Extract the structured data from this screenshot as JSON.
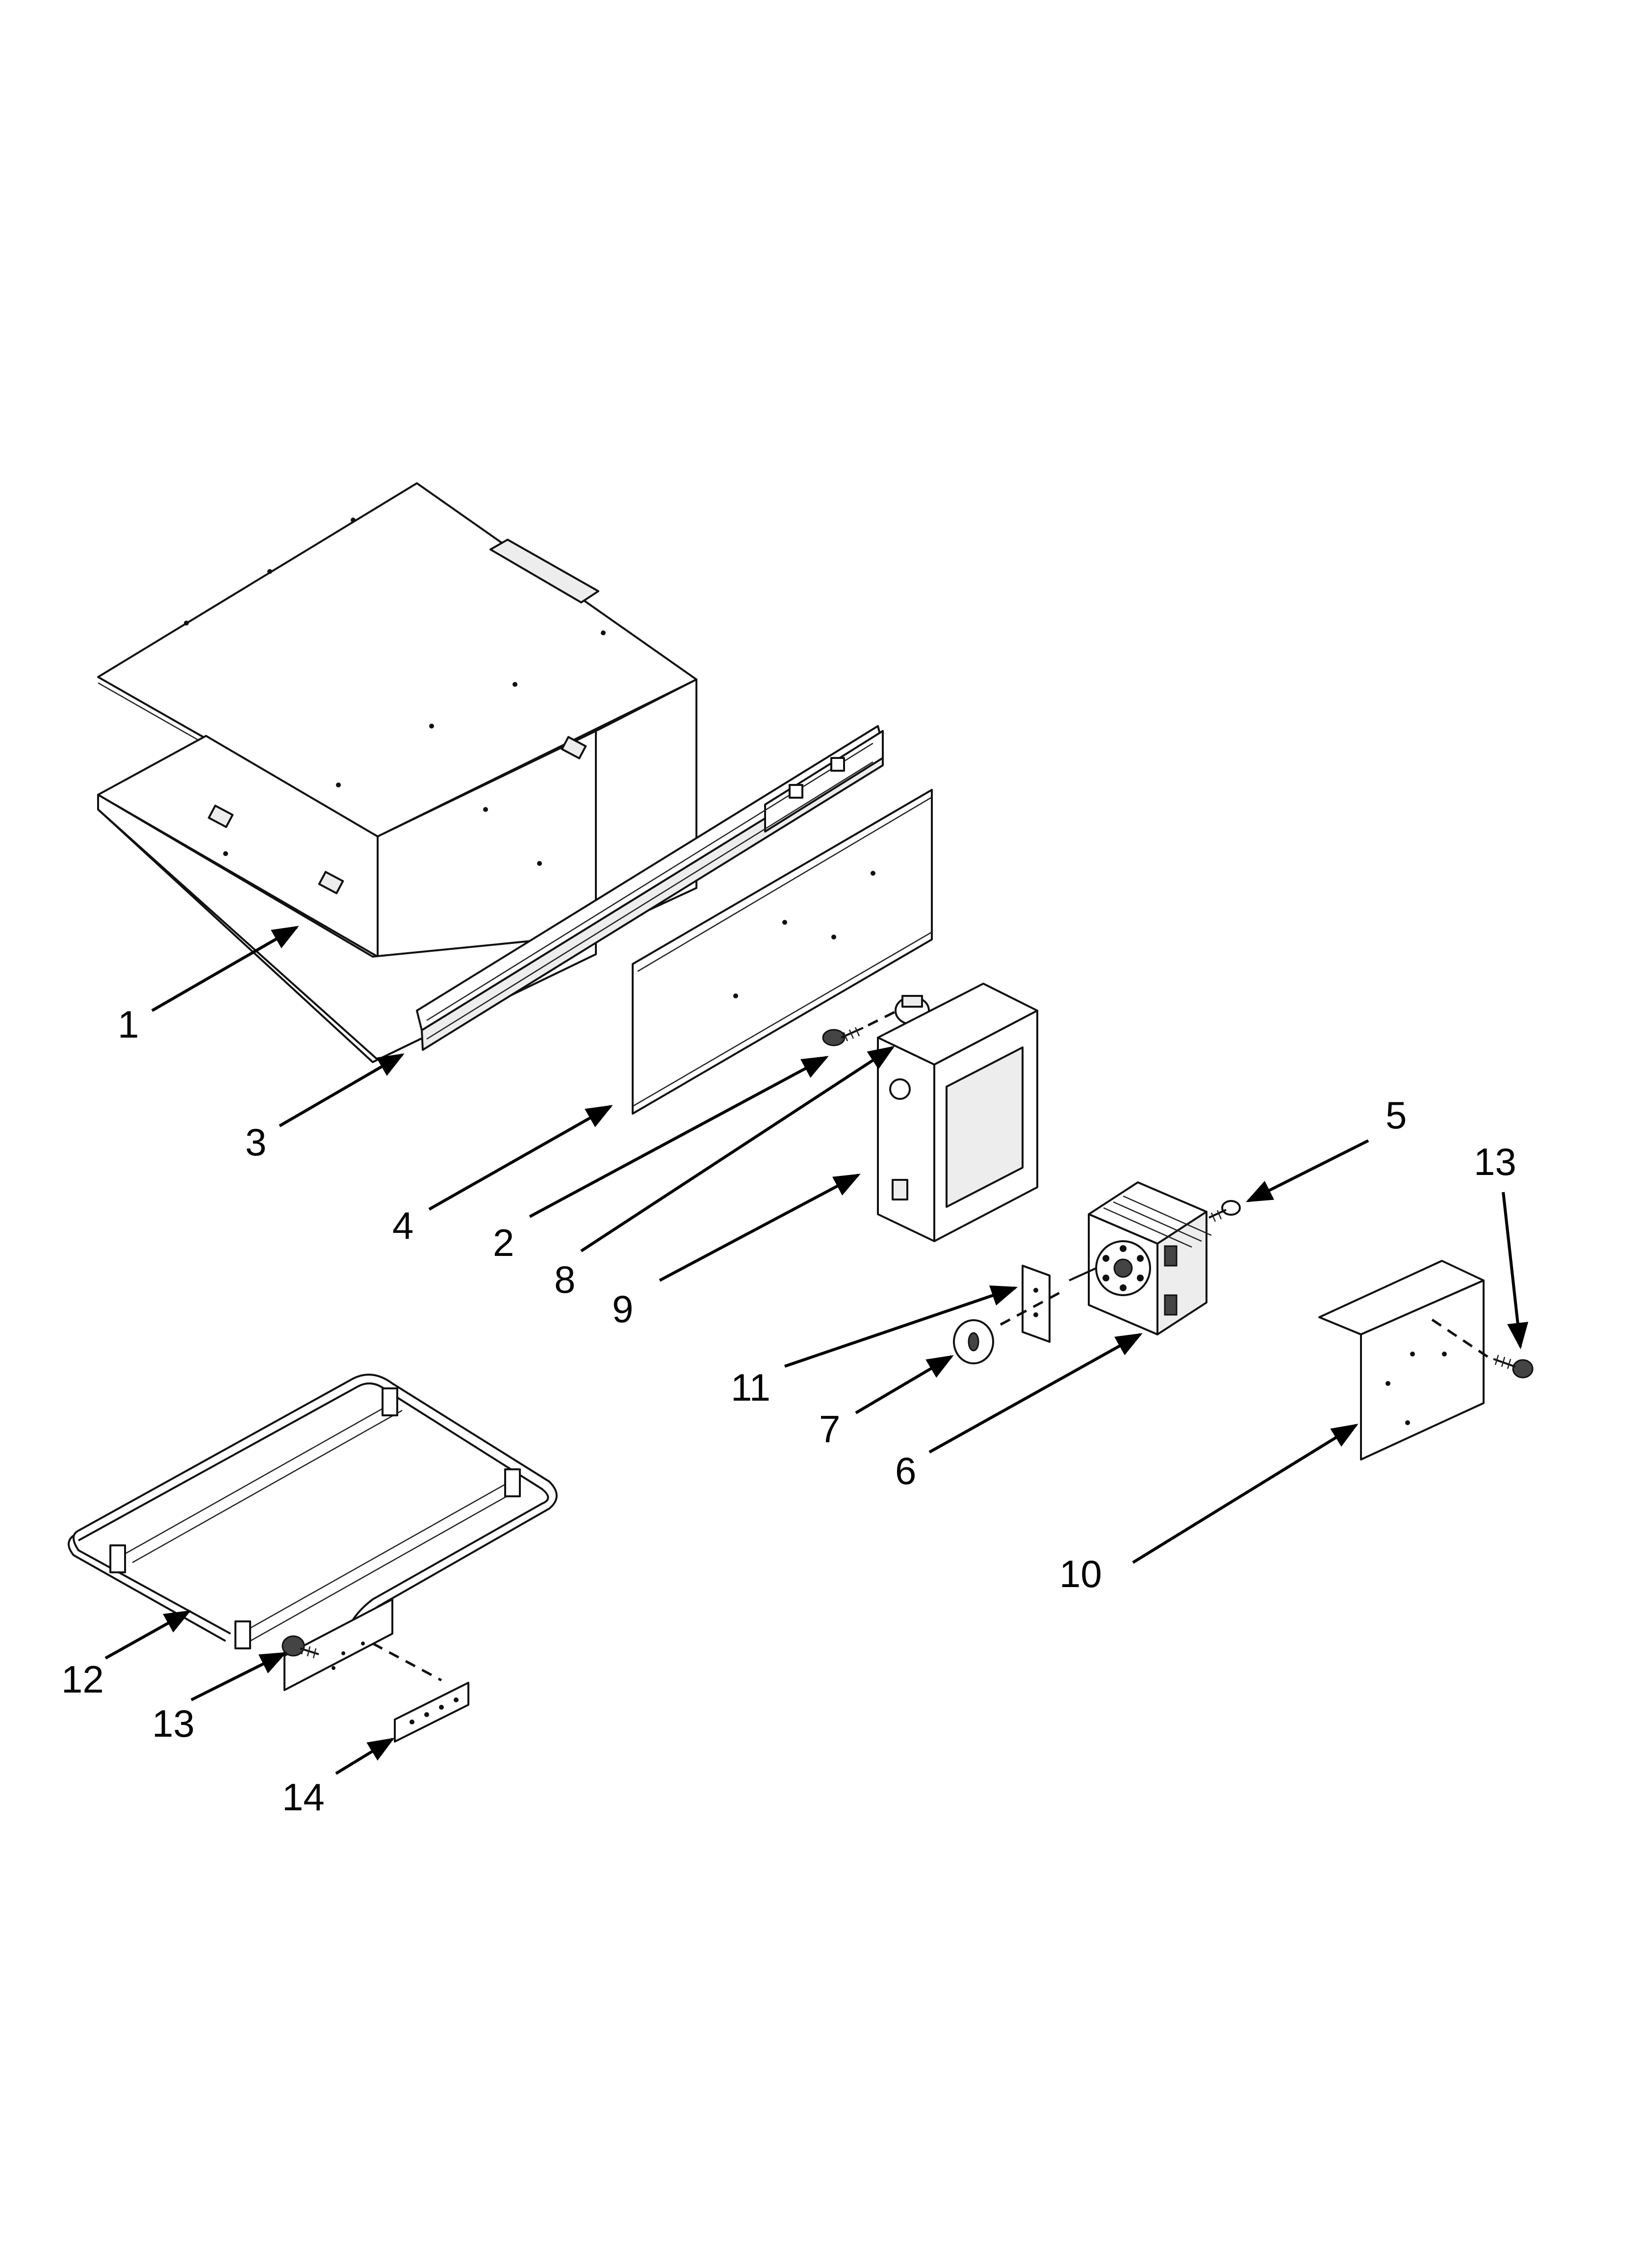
{
  "diagram": {
    "callouts": [
      {
        "id": "callout-1",
        "label": "1"
      },
      {
        "id": "callout-3",
        "label": "3"
      },
      {
        "id": "callout-4",
        "label": "4"
      },
      {
        "id": "callout-2",
        "label": "2"
      },
      {
        "id": "callout-8",
        "label": "8"
      },
      {
        "id": "callout-9",
        "label": "9"
      },
      {
        "id": "callout-5",
        "label": "5"
      },
      {
        "id": "callout-13a",
        "label": "13"
      },
      {
        "id": "callout-11",
        "label": "11"
      },
      {
        "id": "callout-7",
        "label": "7"
      },
      {
        "id": "callout-6",
        "label": "6"
      },
      {
        "id": "callout-10",
        "label": "10"
      },
      {
        "id": "callout-12",
        "label": "12"
      },
      {
        "id": "callout-13b",
        "label": "13"
      },
      {
        "id": "callout-14",
        "label": "14"
      }
    ]
  }
}
